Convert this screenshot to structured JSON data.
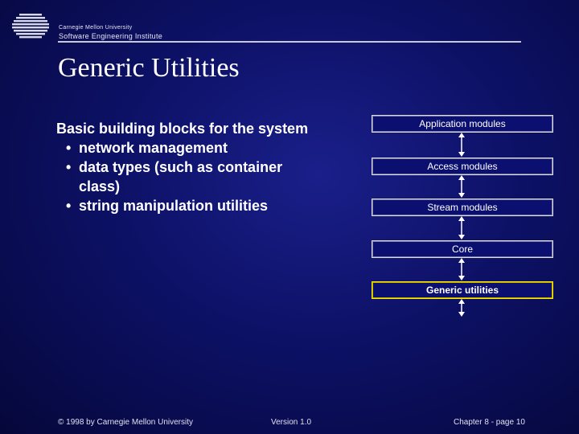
{
  "header": {
    "org": "Carnegie Mellon University",
    "institute": "Software Engineering Institute"
  },
  "slide": {
    "title": "Generic Utilities",
    "intro": "Basic building blocks for the system",
    "bullets": [
      "network management",
      "data types (such as container",
      "string manipulation utilities"
    ],
    "bullet_continuation": "class)"
  },
  "layers": [
    {
      "label": "Application modules",
      "highlighted": false
    },
    {
      "label": "Access modules",
      "highlighted": false
    },
    {
      "label": "Stream modules",
      "highlighted": false
    },
    {
      "label": "Core",
      "highlighted": false
    },
    {
      "label": "Generic utilities",
      "highlighted": true
    }
  ],
  "colors": {
    "highlight": "#ffe600",
    "background": "#0d1166"
  },
  "footer": {
    "copyright": "© 1998 by Carnegie Mellon University",
    "version": "Version 1.0",
    "page": "Chapter 8 - page 10"
  }
}
